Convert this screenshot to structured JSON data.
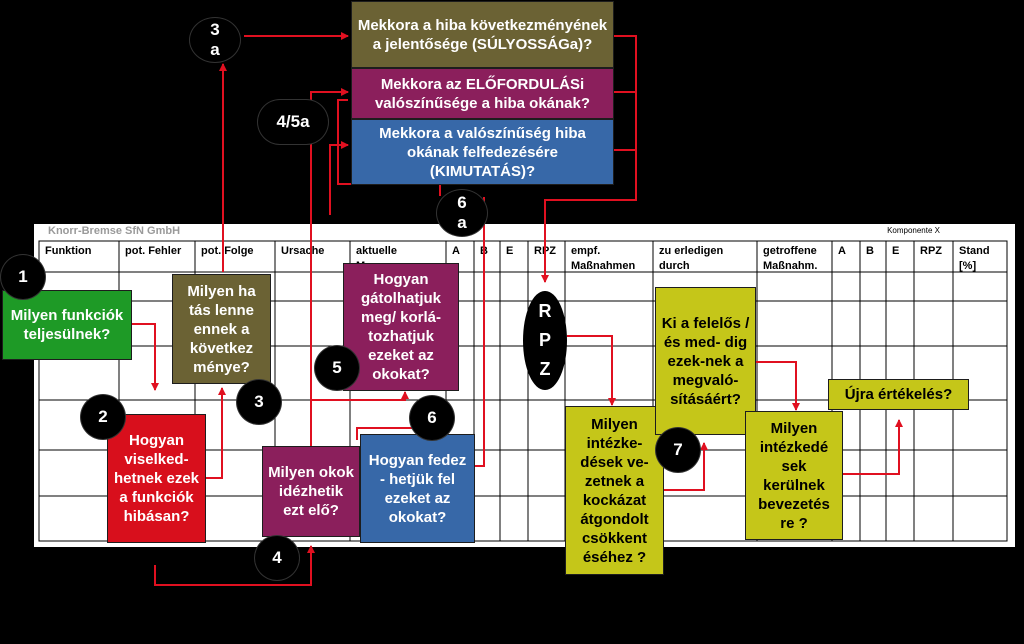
{
  "form": {
    "company": "Knorr-Bremse SfN GmbH",
    "component": "Komponente X",
    "columns": [
      {
        "l1": "Funktion",
        "l2": ""
      },
      {
        "l1": "pot. Fehler",
        "l2": ""
      },
      {
        "l1": "pot. Folge",
        "l2": ""
      },
      {
        "l1": "Ursache",
        "l2": ""
      },
      {
        "l1": "aktuelle",
        "l2": "M..."
      },
      {
        "l1": "A",
        "l2": ""
      },
      {
        "l1": "B",
        "l2": ""
      },
      {
        "l1": "E",
        "l2": ""
      },
      {
        "l1": "RPZ",
        "l2": ""
      },
      {
        "l1": "empf.",
        "l2": "Maßnahmen"
      },
      {
        "l1": "zu erledigen",
        "l2": "durch"
      },
      {
        "l1": "getroffene",
        "l2": "Maßnahm."
      },
      {
        "l1": "A",
        "l2": ""
      },
      {
        "l1": "B",
        "l2": ""
      },
      {
        "l1": "E",
        "l2": ""
      },
      {
        "l1": "RPZ",
        "l2": ""
      },
      {
        "l1": "Stand",
        "l2": "[%]"
      }
    ]
  },
  "top_boxes": {
    "severity": "Mekkora a hiba következményének a jelentősége (SÚLYOSSÁGa)?",
    "occurrence": "Mekkora az ELŐFORDULÁSi valószínűsége a hiba okának?",
    "detection": "Mekkora a valószínűség hiba okának felfedezésére (KIMUTATÁS)?"
  },
  "boxes": {
    "functions": "Milyen funkciók teljesülnek?",
    "failures": "Hogyan viselked-hetnek ezek a funkciók hibásan?",
    "effects": "Milyen ha tás lenne ennek a következ ménye?",
    "causes": "Milyen okok idézhetik ezt elő?",
    "prevention": "Hogyan gátolhatjuk meg/ korlá-tozhatjuk ezeket az okokat?",
    "detection_q": "Hogyan fedez - hetjük fel ezeket az okokat?",
    "measures": "Milyen intézke-dések ve-zetnek a kockázat átgondolt csökkent éséhez ?",
    "responsible": "Ki a felelős /és med- dig ezek-nek a megvaló-sításáért?",
    "taken": "Milyen intézkedé sek kerülnek bevezetés re ?",
    "reeval": "Újra értékelés?"
  },
  "steps": {
    "s1": "1",
    "s2": "2",
    "s3": "3",
    "s3a_1": "3",
    "s3a_2": "a",
    "s45": "4/5a",
    "s4": "4",
    "s5": "5",
    "s6": "6",
    "s6a_1": "6",
    "s6a_2": "a",
    "s7": "7"
  },
  "rpz": [
    "R",
    "P",
    "Z"
  ],
  "colors": {
    "green": "#1e9a26",
    "red": "#d80f1c",
    "olive": "#6b6234",
    "purple": "#8b1f5c",
    "blue": "#3768a8",
    "yellow": "#c5c619",
    "arrow": "#e01020"
  }
}
